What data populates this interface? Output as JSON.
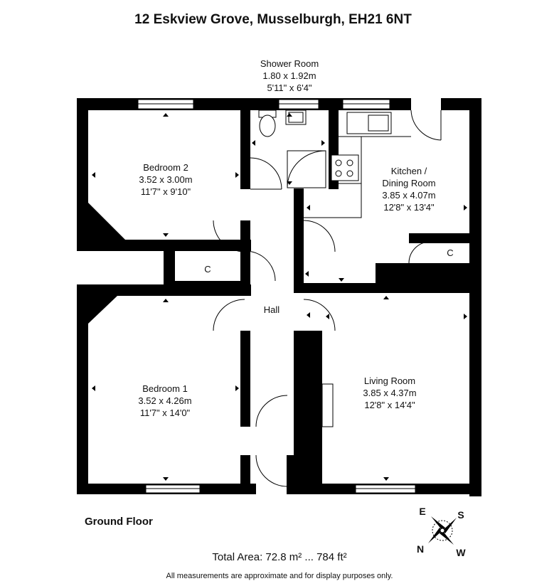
{
  "title": "12 Eskview Grove, Musselburgh, EH21 6NT",
  "rooms": {
    "shower": {
      "name": "Shower Room",
      "metric": "1.80 x 1.92m",
      "imperial": "5'11\" x 6'4\""
    },
    "bedroom2": {
      "name": "Bedroom 2",
      "metric": "3.52 x 3.00m",
      "imperial": "11'7\" x 9'10\""
    },
    "kitchen": {
      "name1": "Kitchen /",
      "name2": "Dining Room",
      "metric": "3.85 x 4.07m",
      "imperial": "12'8\" x 13'4\""
    },
    "bedroom1": {
      "name": "Bedroom 1",
      "metric": "3.52 x 4.26m",
      "imperial": "11'7\" x 14'0\""
    },
    "living": {
      "name": "Living Room",
      "metric": "3.85 x 4.37m",
      "imperial": "12'8\" x 14'4\""
    },
    "hall": {
      "name": "Hall"
    },
    "cupboard1": {
      "name": "C"
    },
    "cupboard2": {
      "name": "C"
    }
  },
  "floor_label": "Ground Floor",
  "total_area": "Total Area: 72.8 m² ... 784 ft²",
  "disclaimer": "All measurements are approximate and for display purposes only.",
  "compass": {
    "n": "N",
    "e": "E",
    "s": "S",
    "w": "W"
  },
  "colors": {
    "wall": "#000000",
    "background": "#ffffff",
    "fixture": "#555555"
  }
}
